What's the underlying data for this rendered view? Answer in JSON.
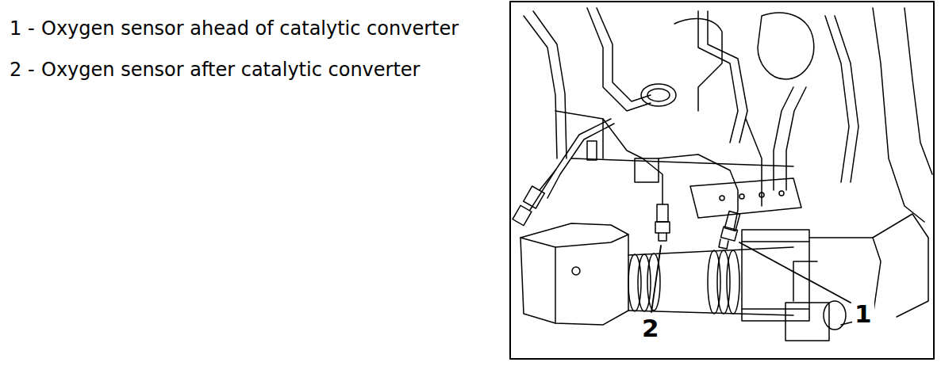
{
  "diagram": {
    "labels": [
      "1 -",
      "Oxygen sensor ahead of catalytic converter",
      "2 -",
      "Oxygen sensor after catalytic converter",
      "1",
      "2"
    ]
  }
}
